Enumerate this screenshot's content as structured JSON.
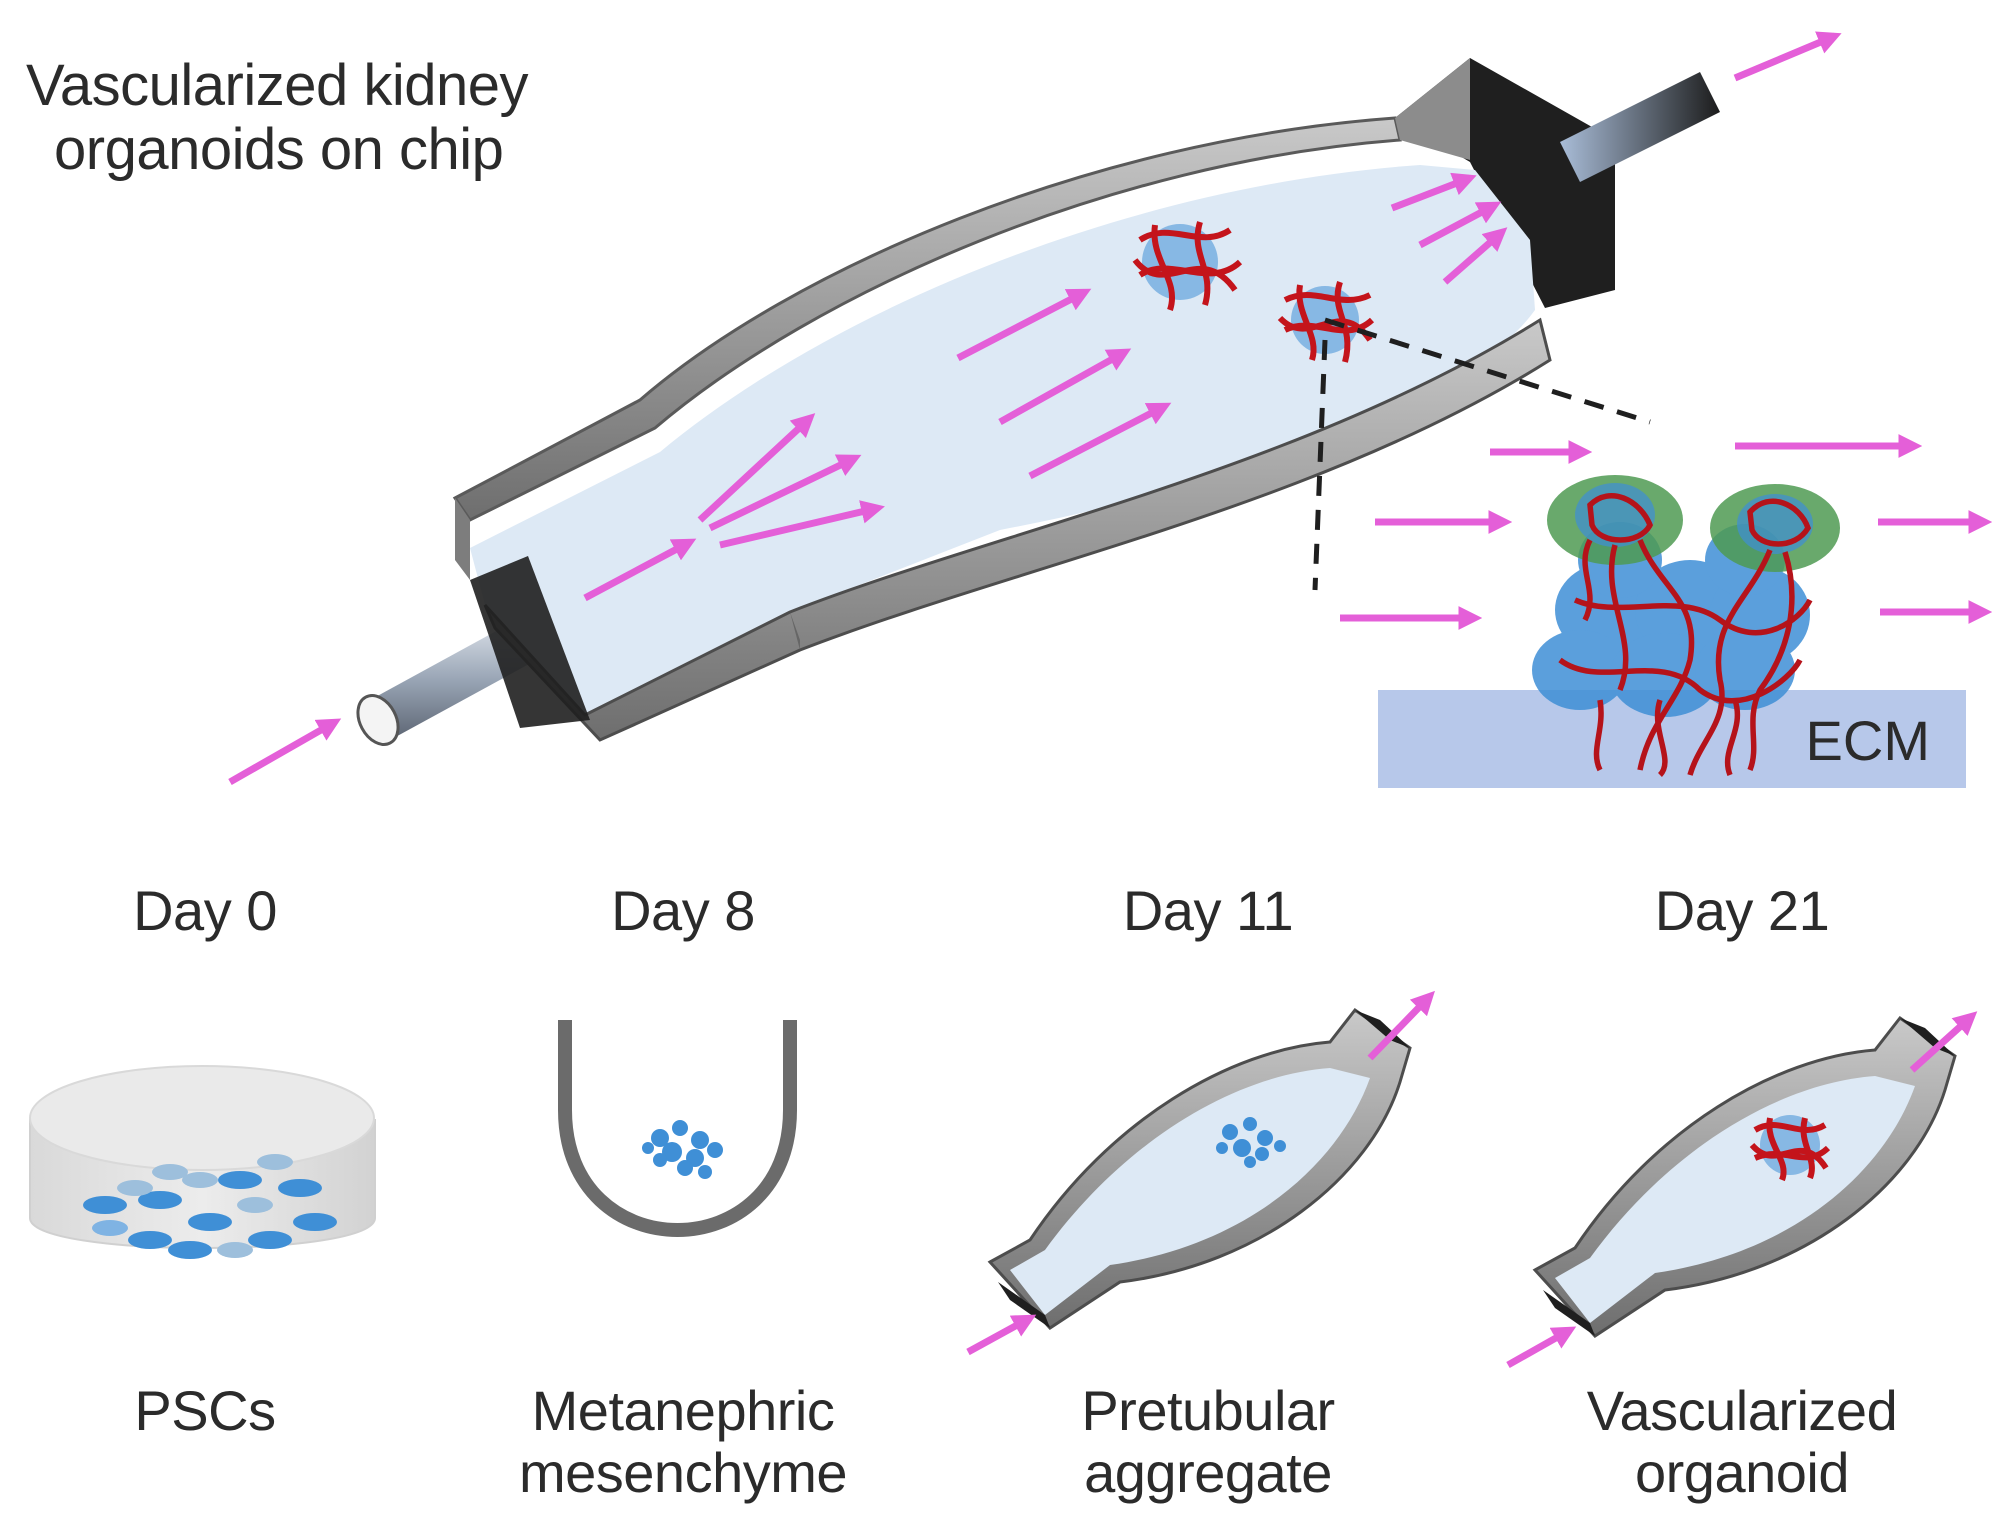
{
  "title": {
    "line1": "Vascularized kidney",
    "line2": "organoids on chip"
  },
  "ecm_label": "ECM",
  "stages": [
    {
      "day": "Day 0",
      "label_line1": "PSCs",
      "label_line2": ""
    },
    {
      "day": "Day 8",
      "label_line1": "Metanephric",
      "label_line2": "mesenchyme"
    },
    {
      "day": "Day 11",
      "label_line1": "Pretubular",
      "label_line2": "aggregate"
    },
    {
      "day": "Day 21",
      "label_line1": "Vascularized",
      "label_line2": "organoid"
    }
  ],
  "colors": {
    "flow_arrow": "#e45fd8",
    "chamber_fluid": "#dde9f5",
    "chamber_wall": "#8f8f8f",
    "vessel_red": "#c4141b",
    "cell_blue": "#3f8fd6",
    "podocyte_green": "#4f9a52",
    "ecm_fill": "#b7c8ea"
  }
}
